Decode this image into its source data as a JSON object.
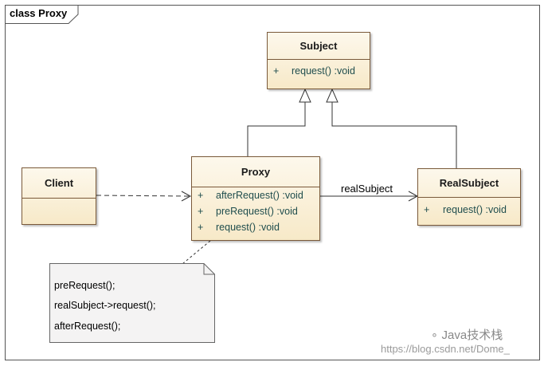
{
  "diagram": {
    "frame_title": "class Proxy"
  },
  "classes": {
    "subject": {
      "name": "Subject",
      "operations": [
        {
          "vis": "+",
          "sig": "request()  :void"
        }
      ]
    },
    "proxy": {
      "name": "Proxy",
      "operations": [
        {
          "vis": "+",
          "sig": "afterRequest()  :void"
        },
        {
          "vis": "+",
          "sig": "preRequest()  :void"
        },
        {
          "vis": "+",
          "sig": "request()  :void"
        }
      ]
    },
    "client": {
      "name": "Client"
    },
    "real_subject": {
      "name": "RealSubject",
      "operations": [
        {
          "vis": "+",
          "sig": "request()  :void"
        }
      ]
    }
  },
  "associations": {
    "proxy_to_real": "realSubject"
  },
  "note": {
    "lines": [
      "preRequest();",
      "realSubject->request();",
      "afterRequest();"
    ]
  },
  "watermark": {
    "brand": "Java技术栈",
    "url": "https://blog.csdn.net/Dome_"
  },
  "colors": {
    "class_fill_top": "#fdf8ec",
    "class_fill_bottom": "#f7e9c8",
    "class_border": "#7a5a3a",
    "operation_text": "#1f4d4d",
    "note_fill": "#f4f3f3"
  }
}
